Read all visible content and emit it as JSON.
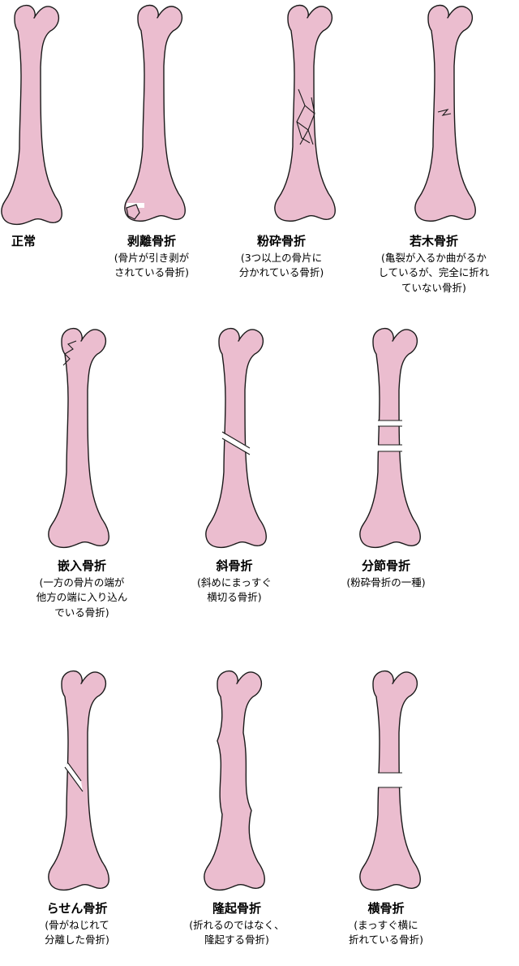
{
  "colors": {
    "bone_fill": "#ebbdcf",
    "bone_stroke": "#1a1a1a",
    "crack_stroke": "#1a1a1a"
  },
  "fractures": [
    {
      "id": "normal",
      "title": "正常",
      "desc": []
    },
    {
      "id": "avulsion",
      "title": "剥離骨折",
      "desc": [
        "(骨片が引き剥が",
        "されている骨折)"
      ]
    },
    {
      "id": "comminuted",
      "title": "粉砕骨折",
      "desc": [
        "(3つ以上の骨片に",
        "分かれている骨折)"
      ]
    },
    {
      "id": "greenstick",
      "title": "若木骨折",
      "desc": [
        "(亀裂が入るか曲がるか",
        "しているが、完全に折れ",
        "ていない骨折)"
      ]
    },
    {
      "id": "impacted",
      "title": "嵌入骨折",
      "desc": [
        "(一方の骨片の端が",
        "他方の端に入り込ん",
        "でいる骨折)"
      ]
    },
    {
      "id": "oblique",
      "title": "斜骨折",
      "desc": [
        "(斜めにまっすぐ",
        "横切る骨折)"
      ]
    },
    {
      "id": "segmental",
      "title": "分節骨折",
      "desc": [
        "(粉砕骨折の一種)"
      ]
    },
    {
      "id": "spiral",
      "title": "らせん骨折",
      "desc": [
        "(骨がねじれて",
        "分離した骨折)"
      ]
    },
    {
      "id": "buckle",
      "title": "隆起骨折",
      "desc": [
        "(折れるのではなく、",
        "隆起する骨折)"
      ]
    },
    {
      "id": "transverse",
      "title": "横骨折",
      "desc": [
        "(まっすぐ横に",
        "折れている骨折)"
      ]
    }
  ]
}
